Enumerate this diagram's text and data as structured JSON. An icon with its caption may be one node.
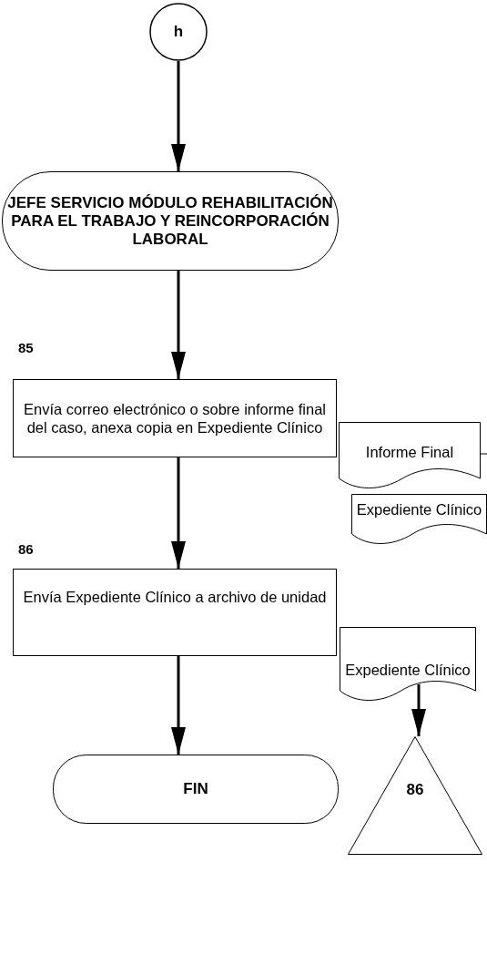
{
  "diagram": {
    "nodes": [
      {
        "text": [
          "h"
        ]
      },
      {
        "text": [
          "JEFE SERVICIO MÓDULO REHABILITACIÓN PARA EL TRABAJO Y REINCORPORACIÓN LABORAL"
        ]
      },
      {
        "text": [
          "Envía correo electrónico o sobre informe final del caso, anexa copia en Expediente Clínico"
        ],
        "beside": [
          "85"
        ]
      },
      {
        "text": [
          "Informe Final"
        ]
      },
      {
        "text": [
          "Expediente Clínico"
        ]
      },
      {
        "text": [
          "Envía Expediente Clínico a archivo de unidad"
        ],
        "beside": [
          "86"
        ]
      },
      {
        "text": [
          "Expediente Clínico"
        ]
      },
      {
        "text": [
          "86"
        ]
      },
      {
        "text": [
          "FIN"
        ]
      }
    ],
    "edges": [
      {
        "from": 0,
        "to": 1,
        "arrow": "to"
      },
      {
        "from": 1,
        "to": 2,
        "arrow": "to"
      },
      {
        "from": 2,
        "to": 5,
        "arrow": "to"
      },
      {
        "from": 5,
        "to": 8,
        "arrow": "to"
      },
      {
        "from": 6,
        "to": 7,
        "arrow": "to"
      },
      {
        "from": 3,
        "to": null,
        "arrow": "none"
      }
    ]
  }
}
